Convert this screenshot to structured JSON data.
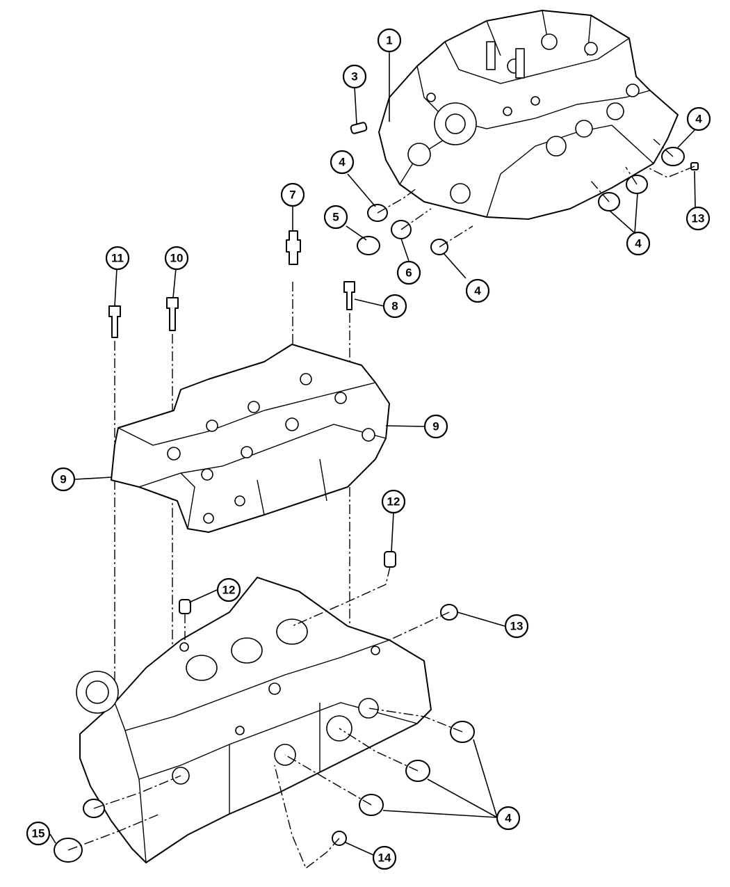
{
  "callouts": [
    {
      "id": "1",
      "label": "1"
    },
    {
      "id": "3",
      "label": "3"
    },
    {
      "id": "4a",
      "label": "4"
    },
    {
      "id": "4b",
      "label": "4"
    },
    {
      "id": "4c",
      "label": "4"
    },
    {
      "id": "4d",
      "label": "4"
    },
    {
      "id": "4e",
      "label": "4"
    },
    {
      "id": "5",
      "label": "5"
    },
    {
      "id": "6",
      "label": "6"
    },
    {
      "id": "7",
      "label": "7"
    },
    {
      "id": "8",
      "label": "8"
    },
    {
      "id": "9a",
      "label": "9"
    },
    {
      "id": "9b",
      "label": "9"
    },
    {
      "id": "10",
      "label": "10"
    },
    {
      "id": "11",
      "label": "11"
    },
    {
      "id": "12a",
      "label": "12"
    },
    {
      "id": "12b",
      "label": "12"
    },
    {
      "id": "13a",
      "label": "13"
    },
    {
      "id": "13b",
      "label": "13"
    },
    {
      "id": "14",
      "label": "14"
    },
    {
      "id": "15",
      "label": "15"
    }
  ]
}
